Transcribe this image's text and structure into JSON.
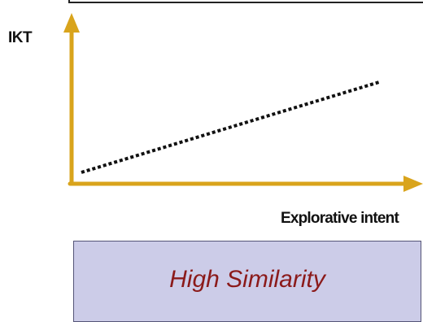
{
  "labels": {
    "y_axis": "IKT",
    "x_axis": "Explorative intent",
    "result": "High Similarity"
  },
  "colors": {
    "axis": "#d9a41c",
    "trend_line": "#111111",
    "result_box_fill": "#cccce8",
    "result_text": "#8b1a1a"
  },
  "trend": {
    "style": "dotted",
    "direction": "increasing"
  }
}
